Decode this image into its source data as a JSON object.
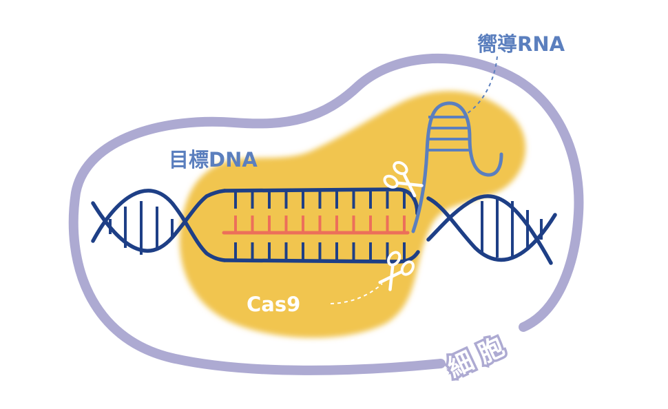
{
  "labels": {
    "target_dna": "目標DNA",
    "guide_rna": "嚮導RNA",
    "cas9": "Cas9",
    "cell": "細 胞"
  },
  "colors": {
    "cell_membrane": "#adaad2",
    "cas9_protein": "#f1c550",
    "dna_strand": "#1e3f86",
    "target_sequence": "#ec6f5a",
    "guide_rna": "#5b7fbe",
    "label_blue": "#5b7fbe",
    "scissors": "#ffffff"
  },
  "icons": [
    "scissors-icon",
    "scissors-icon"
  ]
}
